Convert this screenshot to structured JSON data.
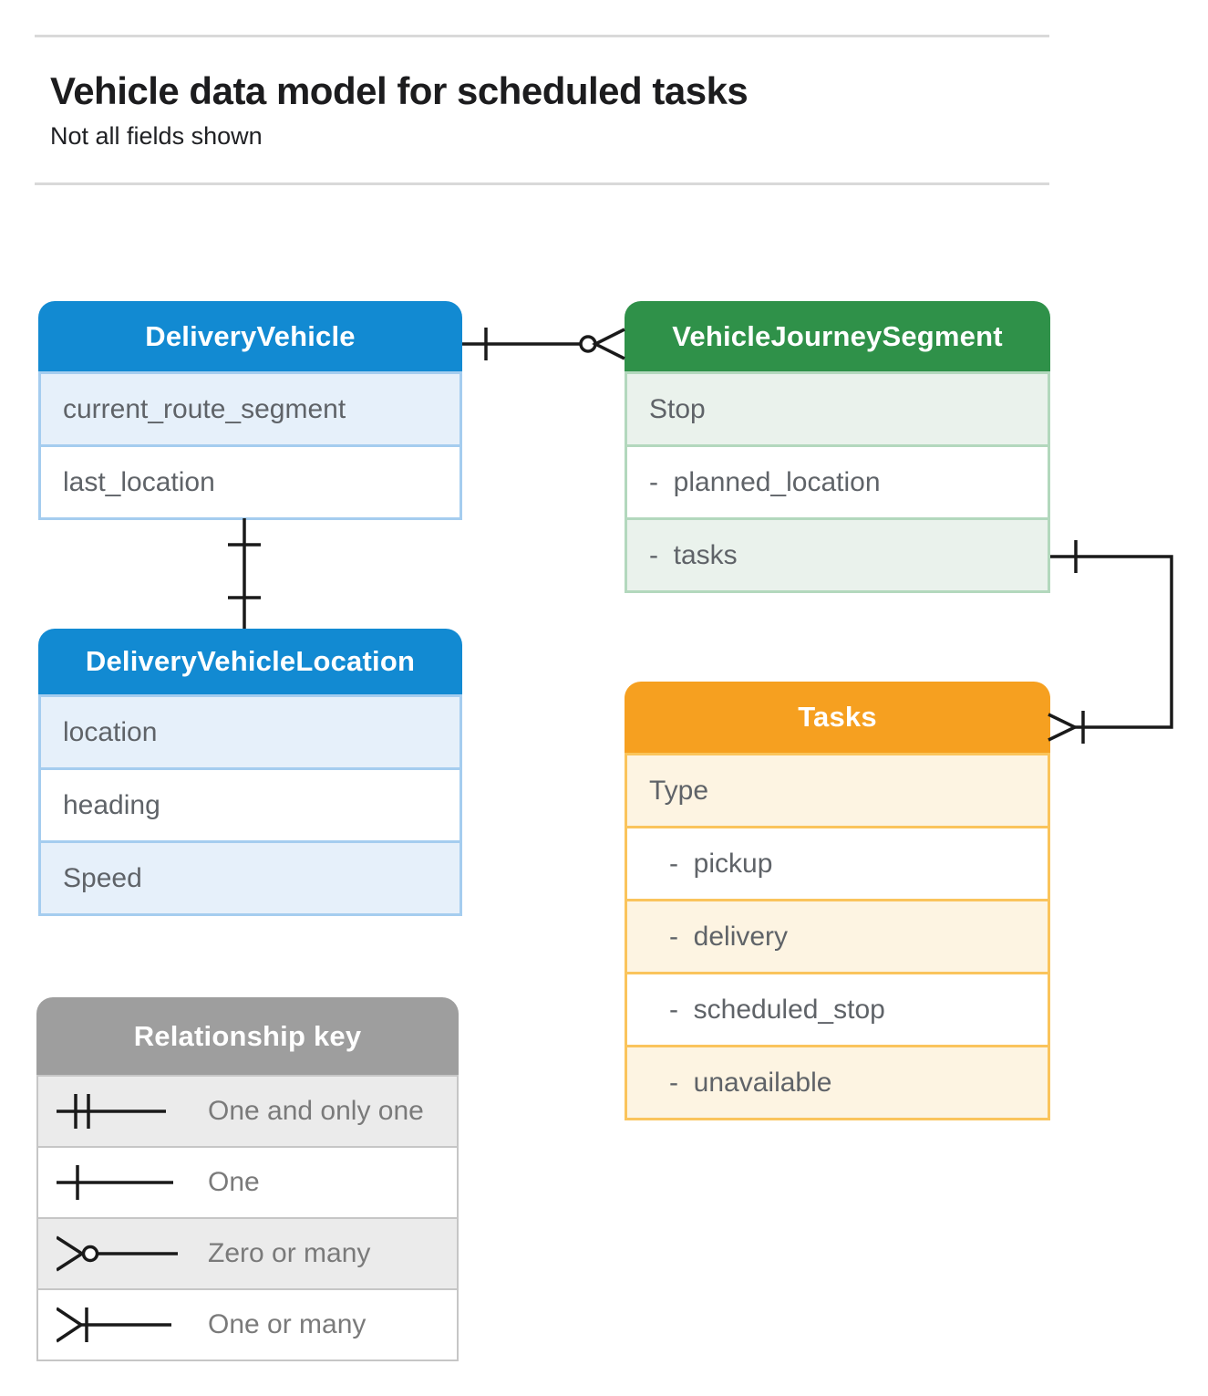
{
  "page": {
    "title": "Vehicle data model for scheduled tasks",
    "subtitle": "Not all fields shown"
  },
  "entities": {
    "delivery_vehicle": {
      "title": "DeliveryVehicle",
      "fields": [
        "current_route_segment",
        "last_location"
      ]
    },
    "vehicle_journey_segment": {
      "title": "VehicleJourneySegment",
      "fields": [
        "Stop",
        "-  planned_location",
        "-  tasks"
      ]
    },
    "delivery_vehicle_location": {
      "title": "DeliveryVehicleLocation",
      "fields": [
        "location",
        "heading",
        "Speed"
      ]
    },
    "tasks": {
      "title": "Tasks",
      "fields": [
        "Type",
        "-  pickup",
        "-  delivery",
        "-  scheduled_stop",
        "-  unavailable"
      ]
    }
  },
  "relationships": [
    {
      "from": "DeliveryVehicle",
      "to": "VehicleJourneySegment",
      "from_cardinality": "one",
      "to_cardinality": "zero-or-many"
    },
    {
      "from": "DeliveryVehicle",
      "to": "DeliveryVehicleLocation",
      "from_cardinality": "one",
      "to_cardinality": "one"
    },
    {
      "from": "VehicleJourneySegment.tasks",
      "to": "Tasks",
      "from_cardinality": "one",
      "to_cardinality": "one-or-many"
    }
  ],
  "legend": {
    "title": "Relationship key",
    "items": [
      {
        "symbol": "one-and-only-one",
        "label": "One and only one"
      },
      {
        "symbol": "one",
        "label": "One"
      },
      {
        "symbol": "zero-or-many",
        "label": "Zero or many"
      },
      {
        "symbol": "one-or-many",
        "label": "One or many"
      }
    ]
  },
  "colors": {
    "blue_header": "#128ad2",
    "blue_tint": "#e6f0fa",
    "blue_border": "#a5cdef",
    "green_header": "#2f9149",
    "green_tint": "#eaf2ec",
    "green_border": "#b3d8bd",
    "orange_header": "#f6a020",
    "orange_tint": "#fdf4e2",
    "orange_border": "#fac45c",
    "gray_header": "#9e9e9e",
    "gray_tint": "#ebebeb",
    "gray_border": "#c6c6c6",
    "connector": "#1a1a1a",
    "field_text": "#5f6368",
    "legend_text": "#7a7a7a"
  }
}
